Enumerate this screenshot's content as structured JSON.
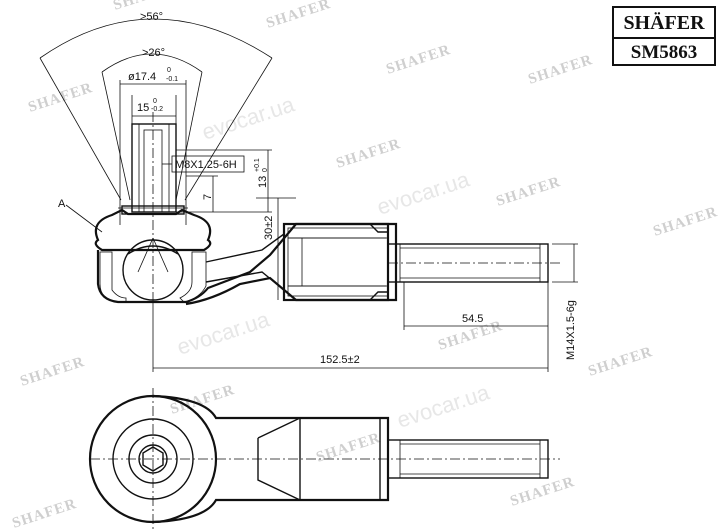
{
  "brand": "SHÄFER",
  "part_number": "SM5863",
  "watermark_brand": "SHAFER",
  "watermark_site": "evocar.ua",
  "dimensions": {
    "angle_outer": ">56°",
    "angle_inner": ">26°",
    "ball_diameter": "ø17.4",
    "ball_diameter_tol_upper": "0",
    "ball_diameter_tol_lower": "-0.1",
    "stud_length": "15",
    "stud_length_tol_upper": "0",
    "stud_length_tol_lower": "-0.2",
    "stud_thread": "M8X1.25-6H",
    "stud_height": "13",
    "stud_height_tol_upper": "+0.1",
    "stud_height_tol_lower": "0",
    "small_dim": "7",
    "height": "30±2",
    "thread_length": "54.5",
    "overall_length": "152.5±2",
    "main_thread": "M14X1.5-6g",
    "label_a": "A"
  }
}
